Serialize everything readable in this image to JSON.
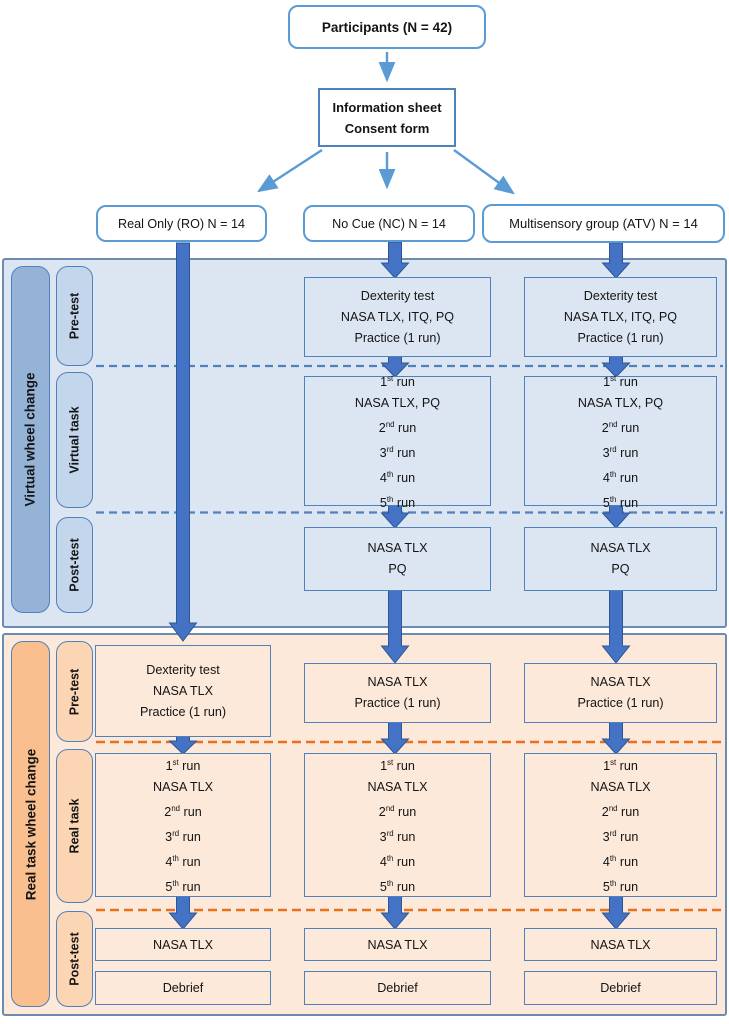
{
  "diagram": {
    "participants_label": "Participants (N = 42)",
    "consent_lines": [
      "Information sheet",
      "Consent form"
    ],
    "groups": [
      {
        "id": "ro",
        "label": "Real Only (RO) N = 14"
      },
      {
        "id": "nc",
        "label": "No Cue (NC) N = 14"
      },
      {
        "id": "atv",
        "label": "Multisensory group (ATV) N = 14"
      }
    ],
    "virtual_section": {
      "side_label": "Virtual wheel change",
      "row_labels": {
        "pre": "Pre-test",
        "task": "Virtual task",
        "post": "Post-test"
      },
      "pre_test_lines": [
        "Dexterity test",
        "NASA TLX, ITQ, PQ",
        "Practice (1 run)"
      ],
      "task_lines": [
        "1st run",
        "NASA TLX, PQ",
        "2nd run",
        "3rd run",
        "4th run",
        "5th run"
      ],
      "post_test_lines": [
        "NASA TLX",
        "PQ"
      ]
    },
    "real_section": {
      "side_label": "Real task wheel change",
      "row_labels": {
        "pre": "Pre-test",
        "task": "Real task",
        "post": "Post-test"
      },
      "ro_pre_test_lines": [
        "Dexterity test",
        "NASA TLX",
        "Practice (1 run)"
      ],
      "pre_test_lines": [
        "NASA TLX",
        "Practice (1 run)"
      ],
      "task_lines": [
        "1st run",
        "NASA TLX",
        "2nd run",
        "3rd run",
        "4th run",
        "5th run"
      ],
      "post_test_label": "NASA TLX",
      "debrief_label": "Debrief"
    },
    "colors": {
      "accent_blue": "#4472c4",
      "accent_blue_dark": "#2e5595",
      "thin_blue": "#5b9bd5",
      "panel_blue": "#dce6f2",
      "panel_border": "#6d8ab0",
      "box_border_blue": "#4f81bd",
      "label_blue": "#95b3d7",
      "row_label_blue": "#c3d6ec",
      "panel_orange": "#fce9da",
      "label_orange": "#fabf8f",
      "row_label_orange": "#fcd5b4",
      "dash_orange": "#e8711f"
    }
  }
}
